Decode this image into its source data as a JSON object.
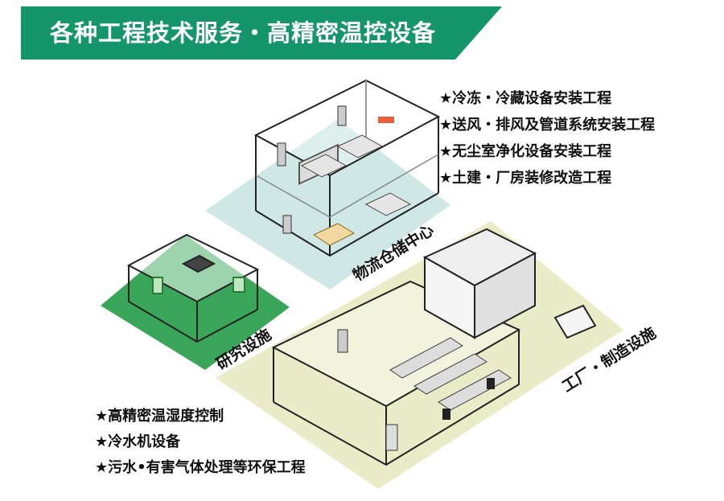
{
  "banner": {
    "title": "各种工程技术服务・高精密温控设备"
  },
  "services_top": [
    "★冷冻・冷藏设备安装工程",
    "★送风・排风及管道系统安装工程",
    "★无尘室净化设备安装工程",
    "★土建・厂房装修改造工程"
  ],
  "services_bottom": [
    "★高精密温湿度控制",
    "★冷水机设备",
    "★污水•有害气体处理等环保工程"
  ],
  "areas": {
    "logistics": "物流仓储中心",
    "research": "研究设施",
    "factory": "工厂・制造设施"
  },
  "colors": {
    "brand_green": "#14956a",
    "logistics_floor": "#cfe8e6",
    "research_floor": "#3aa65a",
    "factory_floor": "#e9ecc6"
  }
}
